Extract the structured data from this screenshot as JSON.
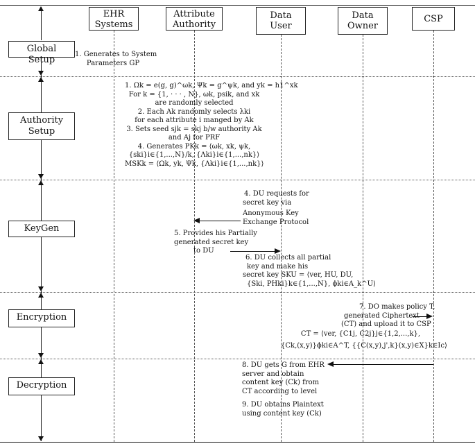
{
  "participants": [
    {
      "label": "EHR\nSystems"
    },
    {
      "label": "Attribute\nAuthority"
    },
    {
      "label": "Data\nUser"
    },
    {
      "label": "Data\nOwner"
    },
    {
      "label": "CSP"
    }
  ],
  "phases": [
    {
      "label": "Global Setup"
    },
    {
      "label": "Authority\nSetup"
    },
    {
      "label": "KeyGen"
    },
    {
      "label": "Encryption"
    },
    {
      "label": "Decryption"
    }
  ],
  "steps": {
    "s1": [
      "1. Generates to System",
      "Parameters GP"
    ],
    "s1_auth": [
      "1. Ωk = e(g, g)^ωk, Ψk = g^ψk, and yk = h1^xk",
      "For k = {1, · · · , N}, ωk, psik, and xk",
      "are randomly selected",
      "2. Each Ak randomly selects λki",
      "for each attribute i manged by Ak",
      "3. Sets seed sjk = skj b/w authority Ak",
      "and Aj for PRF",
      "4. Generates PKk = ⟨ωk, xk, ψk,",
      "{ski}i∈{1,...,N}/k, {Λki}i∈{1,...,nk}⟩",
      "MSKk = ⟨Ωk, yk, Ψk, {Λki}i∈{1,...,nk}⟩"
    ],
    "s4": [
      "4. DU requests for",
      "secret key via",
      "Anonymous Key",
      "Exchange Protocol"
    ],
    "s5": [
      "5. Provides his Partially",
      "generated secret key",
      "to DU"
    ],
    "s6": [
      "6. DU collects all partial",
      "key and make his",
      "secret key SKU = ⟨ver, HU, DU,",
      "{Ski, PHki}k∈{1,...,N}, ϕki∈A_k^U⟩"
    ],
    "s7": [
      "7. DO makes policy T,",
      "generated Ciphertext",
      "(CT) and upload it to CSP"
    ],
    "ct": [
      "CT = ⟨ver, {C1j, C2j}j∈{1,2,...,k},",
      "{Ck,(x,y)}ϕki∈A^T, {{C(x,y),j',k}(x,y)∈X}k∈Ic⟩"
    ],
    "s8": [
      "8. DU gets G from EHR",
      "server and obtain",
      "content key (Ck) from",
      "CT according to level"
    ],
    "s9": [
      "9. DU obtains Plaintext",
      "using content key (Ck)"
    ]
  }
}
